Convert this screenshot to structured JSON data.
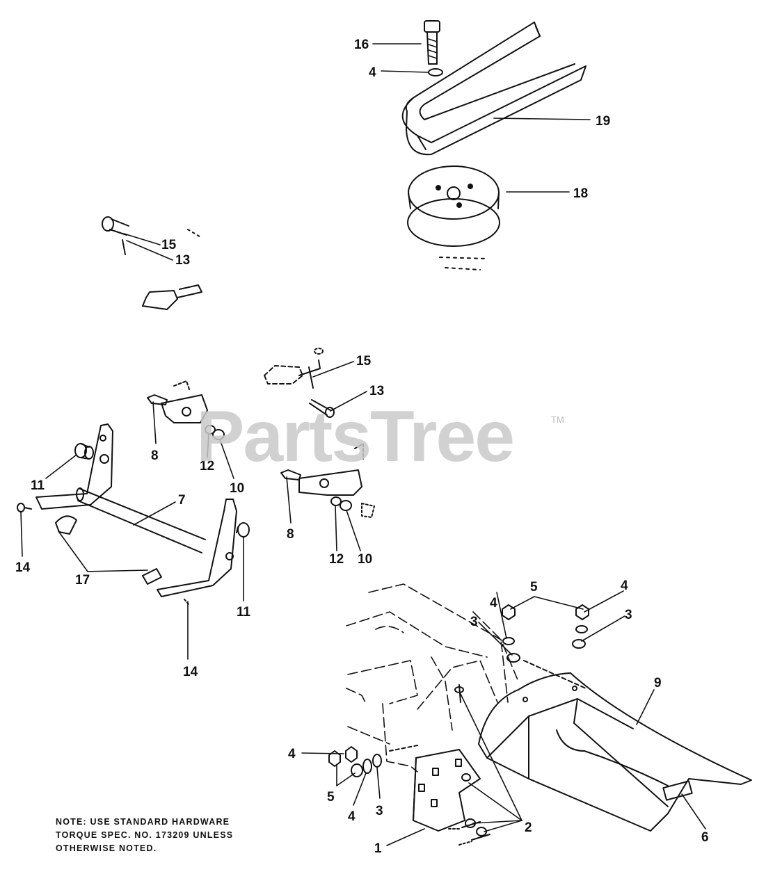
{
  "watermark": {
    "brand": "PartsTree",
    "trademark": "TM"
  },
  "note": {
    "lines": [
      "NOTE: USE STANDARD HARDWARE",
      "TORQUE SPEC. NO. 173209 UNLESS",
      "OTHERWISE NOTED."
    ]
  },
  "callouts": [
    "16",
    "4",
    "19",
    "18",
    "15",
    "13",
    "15",
    "13",
    "8",
    "12",
    "10",
    "8",
    "12",
    "10",
    "11",
    "7",
    "14",
    "17",
    "11",
    "14",
    "5",
    "4",
    "4",
    "3",
    "3",
    "9",
    "4",
    "5",
    "4",
    "3",
    "2",
    "1",
    "6"
  ],
  "colors": {
    "ink": "#111111",
    "watermark": "#c9c9c9",
    "background": "#ffffff"
  }
}
